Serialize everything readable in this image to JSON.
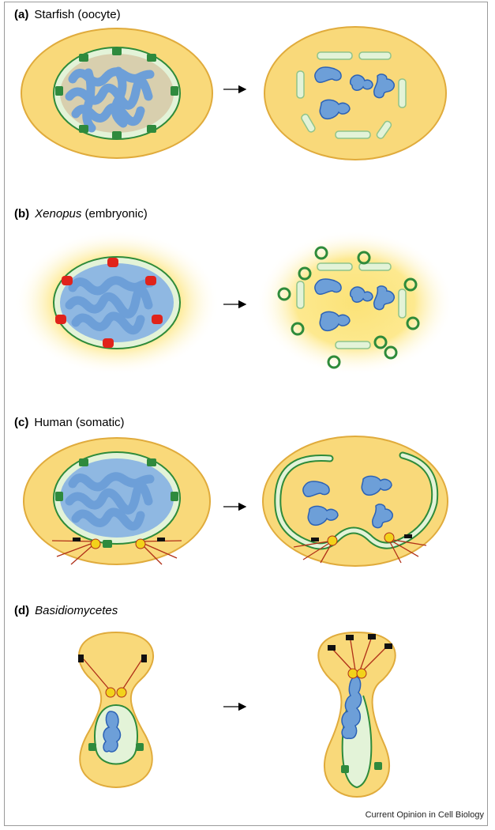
{
  "panels": [
    {
      "letter": "(a)",
      "title": "Starfish",
      "title_italic": false,
      "qualifier": "(oocyte)"
    },
    {
      "letter": "(b)",
      "title": "Xenopus",
      "title_italic": true,
      "qualifier": "(embryonic)"
    },
    {
      "letter": "(c)",
      "title": "Human",
      "title_italic": false,
      "qualifier": "(somatic)"
    },
    {
      "letter": "(d)",
      "title": "Basidiomycetes",
      "title_italic": true,
      "qualifier": ""
    }
  ],
  "credit": "Current Opinion in Cell Biology",
  "colors": {
    "cytoplasm": "#f9d97a",
    "cytoplasm_edge": "#e0ab3c",
    "nuclear_envelope_fill": "#e3f3d8",
    "nuclear_envelope_edge": "#2e8b3a",
    "chromatin": "#6d9fd8",
    "chromatin_edge": "#2c62b5",
    "nuclear_pore": "#2f8a3d",
    "nuclear_pore_xenopus": "#e0231b",
    "centrosome": "#f2d21b",
    "microtubule": "#b03018",
    "cortex_anchor": "#111111"
  }
}
